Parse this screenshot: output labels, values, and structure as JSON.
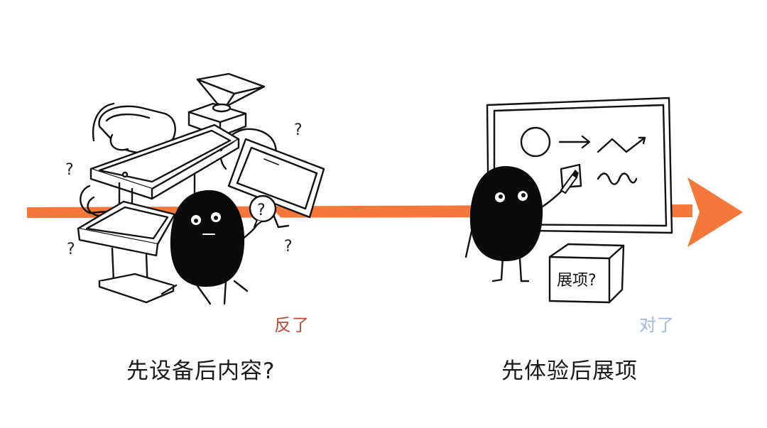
{
  "left": {
    "verdict": "反了",
    "caption": "先设备后内容?",
    "bubble_mark": "?",
    "floating_marks": [
      "?",
      "?",
      "?",
      "?"
    ]
  },
  "right": {
    "verdict": "对了",
    "caption": "先体验后展项",
    "box_label": "展项?"
  },
  "colors": {
    "arrow": "#f5773a",
    "ink": "#111111",
    "verdict_wrong": "#c0473c",
    "verdict_right": "#9fb7dd"
  }
}
